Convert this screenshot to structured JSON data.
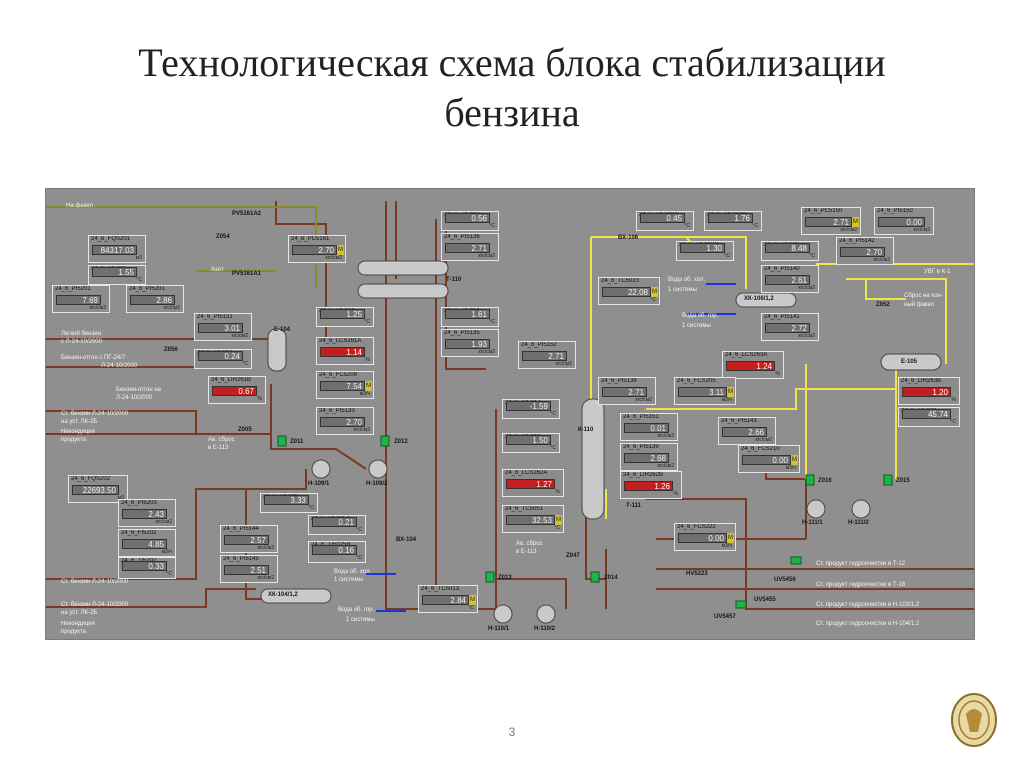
{
  "slide": {
    "title_line1": "Технологическая схема блока стабилизации",
    "title_line2": "бензина",
    "page_number": "3"
  },
  "labels": {
    "na_fakel": "На факел",
    "azot": "Азот",
    "legkiy_benzin": "Легкий бензин",
    "legkiy_benzin2": "с Л-24-10/2000",
    "benzin_otgon": "Бензин-отгон с ПГ-24/7",
    "benzin_otgon2": "Л-24-10/2000",
    "benzin_otgon_na": "Бензин-отгон на",
    "benzin_otgon_na2": "Л-24-10/2000",
    "st_benzin_1": "Ст. бензин Л-24-10/2000",
    "st_benzin_1b": "на уст. ЛК-2Б",
    "nekondicia_1": "Некондиция",
    "nekondicia_1b": "продукта",
    "av_sbros": "Ав. сброс",
    "av_sbros2": "в Е-113",
    "st_benzin_2": "Ст. бензин Л-24-10/2000",
    "st_benzin_3": "Ст. бензин Л-24-10/2000",
    "st_benzin_3b": "на уст. ЛК-2Б",
    "nekondicia_2": "Некондиция",
    "nekondicia_2b": "продукта",
    "voda_hol_1": "Вода об. хол.",
    "voda_hol_1b": "1 системы",
    "voda_gor_1": "Вода об. гор.",
    "voda_gor_1b": "1 системы",
    "voda_hol_2": "Вода об. хол.",
    "voda_hol_2b": "1 системы",
    "voda_gor_2": "Вода об. гор.",
    "voda_gor_2b": "1 системы",
    "av_sbros_e113": "Ав. сброс",
    "av_sbros_e113b": "в Е-113",
    "uvg": "УВГ в К-1",
    "sbros_fakel": "Сброс на кон-",
    "sbros_fakel2": "ный факел",
    "product_1": "Ст. продукт гидроочистки в Т-12",
    "product_2": "Ст. продукт гидроочистки в Т-18",
    "product_3": "Ст. продукт гидроочистки в Н-103/1,2",
    "product_4": "Ст. продукт гидроочистки в Н-104/1,2"
  },
  "equipment": {
    "e104": "Е-104",
    "t110": "Т-110",
    "k110": "К-110",
    "t111": "Т-111",
    "e105": "Е-105",
    "vx106": "ВХ-106",
    "vx104": "ВХ-104",
    "xk106": "ХК-106/1,2",
    "xk104": "ХК-104/1,2",
    "n109_1": "Н-109/1",
    "n109_2": "Н-109/2",
    "n110_1": "Н-110/1",
    "n110_2": "Н-110/2",
    "n111_1": "Н-111/1",
    "n111_2": "Н-111/2"
  },
  "valves": {
    "pv5161a2": "PV5161А2",
    "pv5161a1": "PV5161А1",
    "z054": "Z054",
    "z056": "Z056",
    "z005": "Z005",
    "z011": "Z011",
    "z012": "Z012",
    "z013": "Z013",
    "z014": "Z014",
    "z047": "Z047",
    "z016": "Z016",
    "z015": "Z015",
    "z052": "Z052",
    "hv5223": "HV5223",
    "uv5456": "UV5456",
    "uv5455": "UV5455",
    "uv5457": "UV5457"
  },
  "instruments": [
    {
      "tag": "24_6_FQS201",
      "value": "84317.03",
      "unit": "м3",
      "style": ""
    },
    {
      "tag": "24_6_TI5201",
      "value": "1.55",
      "unit": "°C",
      "style": ""
    },
    {
      "tag": "24_6_PI5201",
      "value": "7.69",
      "unit": "кгс/см2",
      "style": ""
    },
    {
      "tag": "24_6_PI5201",
      "value": "2.86",
      "unit": "кгс/см2",
      "style": ""
    },
    {
      "tag": "24_6_PC5161",
      "value": "2.70",
      "unit": "кгс/см2",
      "style": "m"
    },
    {
      "tag": "24_6_PI5131",
      "value": "3.01",
      "unit": "кгс/см2",
      "style": ""
    },
    {
      "tag": "24_6_TI5012",
      "value": "0.24",
      "unit": "°C",
      "style": ""
    },
    {
      "tag": "24_6_LIR261B",
      "value": "0.67",
      "unit": "%",
      "style": "red"
    },
    {
      "tag": "24_6_TI5024",
      "value": "1.25",
      "unit": "°C",
      "style": ""
    },
    {
      "tag": "24_6_LCS261A",
      "value": "1.14",
      "unit": "%",
      "style": "red"
    },
    {
      "tag": "24_6_FC5209",
      "value": "7.54",
      "unit": "м3/ч",
      "style": "m"
    },
    {
      "tag": "24_6_PI5133",
      "value": "2.70",
      "unit": "кгс/см2",
      "style": ""
    },
    {
      "tag": "24_6_TI5013",
      "value": "0.56",
      "unit": "°C",
      "style": ""
    },
    {
      "tag": "24_6_PI5136",
      "value": "2.71",
      "unit": "кгс/см2",
      "style": ""
    },
    {
      "tag": "24_6_TI5014",
      "value": "1.61",
      "unit": "°C",
      "style": ""
    },
    {
      "tag": "24_6_PI5135",
      "value": "1.93",
      "unit": "кгс/см2",
      "style": ""
    },
    {
      "tag": "24_6_FQS202",
      "value": "22693.50",
      "unit": "м3",
      "style": ""
    },
    {
      "tag": "24_6_PI5203",
      "value": "2.43",
      "unit": "кгс/см2",
      "style": ""
    },
    {
      "tag": "24_6_FI5202",
      "value": "4.85",
      "unit": "м3/ч",
      "style": ""
    },
    {
      "tag": "24_6_TI5202",
      "value": "0.33",
      "unit": "°C",
      "style": ""
    },
    {
      "tag": "24_6_TI5029",
      "value": "3.33",
      "unit": "°C",
      "style": ""
    },
    {
      "tag": "24_6_PI5144",
      "value": "2.57",
      "unit": "кгс/см2",
      "style": ""
    },
    {
      "tag": "24_6_PI5145",
      "value": "2.51",
      "unit": "кгс/см2",
      "style": ""
    },
    {
      "tag": "24_6_TI5025A",
      "value": "0.21",
      "unit": "°C",
      "style": ""
    },
    {
      "tag": "24_6_TI5025B",
      "value": "0.16",
      "unit": "°C",
      "style": ""
    },
    {
      "tag": "24_6_TC5013",
      "value": "2.84",
      "unit": "°C",
      "style": "m"
    },
    {
      "tag": "24_6_TI5019A",
      "value": "0.45",
      "unit": "°C",
      "style": ""
    },
    {
      "tag": "24_6_TI5019B",
      "value": "1.76",
      "unit": "°C",
      "style": ""
    },
    {
      "tag": "24_6_TI5019C",
      "value": "1.30",
      "unit": "°C",
      "style": ""
    },
    {
      "tag": "24_6_TC5023",
      "value": "22.08",
      "unit": "°C",
      "style": "m"
    },
    {
      "tag": "24_6_PC5150",
      "value": "2.71",
      "unit": "кгс/см2",
      "style": "m"
    },
    {
      "tag": "24_6_PI5150",
      "value": "0.00",
      "unit": "кгс/см2",
      "style": ""
    },
    {
      "tag": "24_6_TI5022",
      "value": "8.48",
      "unit": "°C",
      "style": ""
    },
    {
      "tag": "24_6_PI5142",
      "value": "2.70",
      "unit": "кгс/см2",
      "style": ""
    },
    {
      "tag": "24_6_PI5140",
      "value": "2.61",
      "unit": "кгс/см2",
      "style": ""
    },
    {
      "tag": "24_6_PI5141",
      "value": "2.72",
      "unit": "кгс/см2",
      "style": ""
    },
    {
      "tag": "24_6_PI5152",
      "value": "2.71",
      "unit": "кгс/см2",
      "style": ""
    },
    {
      "tag": "24_6_LCS263A",
      "value": "1.24",
      "unit": "%",
      "style": "red"
    },
    {
      "tag": "24_6_PI5138",
      "value": "2.71",
      "unit": "кгс/см2",
      "style": ""
    },
    {
      "tag": "24_6_FCS205",
      "value": "3.11",
      "unit": "м3/ч",
      "style": "m"
    },
    {
      "tag": "24_6_TI5017",
      "value": "-1.59",
      "unit": "°C",
      "style": ""
    },
    {
      "tag": "24_6_PI5151",
      "value": "0.01",
      "unit": "кгс/см2",
      "style": ""
    },
    {
      "tag": "24_6_TI5018",
      "value": "1.50",
      "unit": "°C",
      "style": ""
    },
    {
      "tag": "24_6_PI5139",
      "value": "2.68",
      "unit": "кгс/см2",
      "style": ""
    },
    {
      "tag": "24_6_PI5143",
      "value": "2.66",
      "unit": "кгс/см2",
      "style": ""
    },
    {
      "tag": "24_6_LCS262A",
      "value": "1.27",
      "unit": "%",
      "style": "red"
    },
    {
      "tag": "24_6_LIR262B",
      "value": "1.26",
      "unit": "%",
      "style": "red"
    },
    {
      "tag": "24_6_FCS210",
      "value": "0.00",
      "unit": "м3/ч",
      "style": "m"
    },
    {
      "tag": "24_6_TC5051",
      "value": "32.53",
      "unit": "°C",
      "style": "m"
    },
    {
      "tag": "24_6_FCS222",
      "value": "0.00",
      "unit": "м3/ч",
      "style": "m"
    },
    {
      "tag": "24_6_LIR263B",
      "value": "1.20",
      "unit": "%",
      "style": "red"
    },
    {
      "tag": "24_6_TI5023",
      "value": "45.74",
      "unit": "°C",
      "style": ""
    }
  ]
}
